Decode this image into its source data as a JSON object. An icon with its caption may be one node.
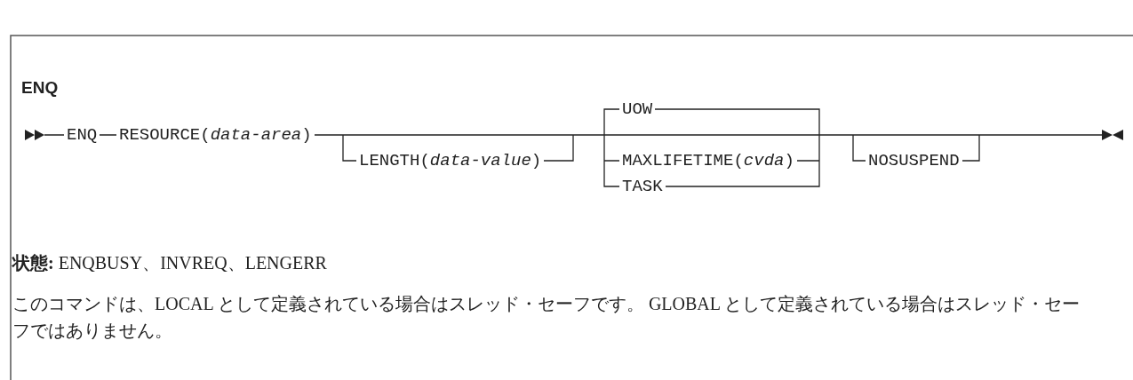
{
  "diagram": {
    "title": "ENQ",
    "labels": [
      "ENQ",
      "RESOURCE(*data-area*)",
      "LENGTH(*data-value*)",
      "UOW",
      "MAXLIFETIME(*cvda*)",
      "TASK",
      "NOSUSPEND",
      "**状態:** ENQBUSY、INVREQ、LENGERR",
      "このコマンドは、LOCAL として定義されている場合はスレッド・セーフです。 GLOBAL として定義されている場合はスレッド・セーフではありません。"
    ]
  }
}
